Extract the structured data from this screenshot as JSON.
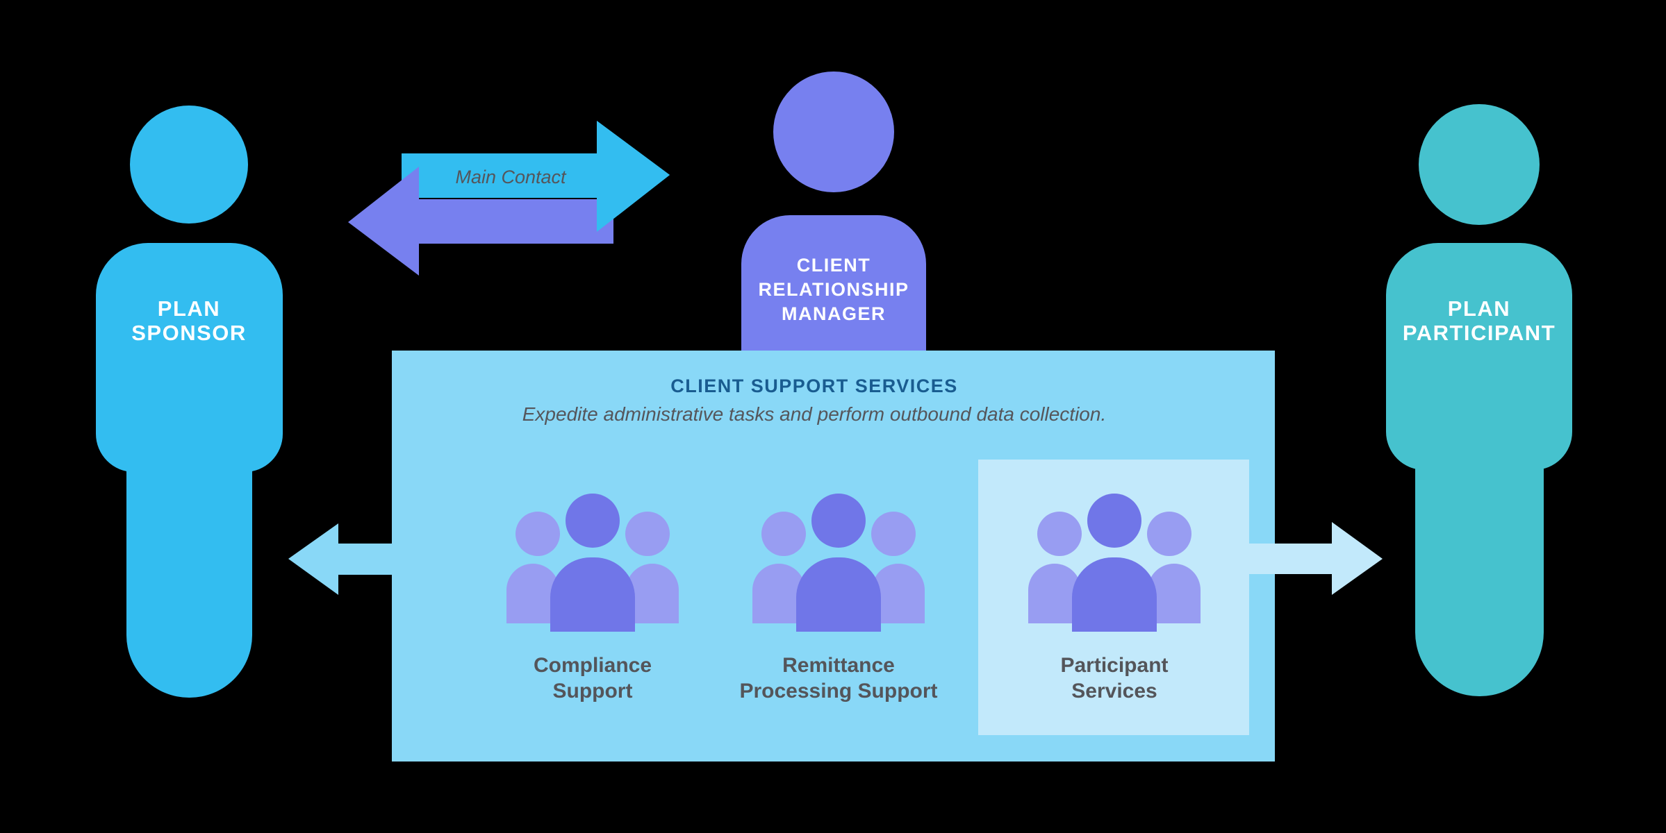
{
  "diagram": {
    "background": "#000000",
    "actors": {
      "sponsor": {
        "lines": [
          "PLAN",
          "SPONSOR"
        ],
        "color": "#33BDF0"
      },
      "crm": {
        "lines": [
          "CLIENT",
          "RELATIONSHIP",
          "MANAGER"
        ],
        "color": "#7780EF"
      },
      "participant": {
        "lines": [
          "PLAN",
          "PARTICIPANT"
        ],
        "color": "#46C2CE"
      }
    },
    "main_contact": {
      "label": "Main Contact",
      "to_crm_color": "#33BDF0",
      "to_sponsor_color": "#7780EF",
      "label_color": "#55565B"
    },
    "support_box": {
      "title": "CLIENT SUPPORT SERVICES",
      "subtitle": "Expedite administrative tasks and perform outbound data collection.",
      "bg": "#89D8F7",
      "title_color": "#195C90",
      "highlight_bg": "#C2E9FB",
      "outbound_left_arrow_color": "#89D8F7",
      "outbound_right_arrow_color": "#C2E9FB",
      "groups": [
        {
          "lines": [
            "Compliance",
            "Support"
          ],
          "highlighted": false
        },
        {
          "lines": [
            "Remittance",
            "Processing Support"
          ],
          "highlighted": false
        },
        {
          "lines": [
            "Participant",
            "Services"
          ],
          "highlighted": true
        }
      ]
    },
    "icon_colors": {
      "center_person": "#7076E8",
      "side_person": "#989DF2"
    }
  }
}
